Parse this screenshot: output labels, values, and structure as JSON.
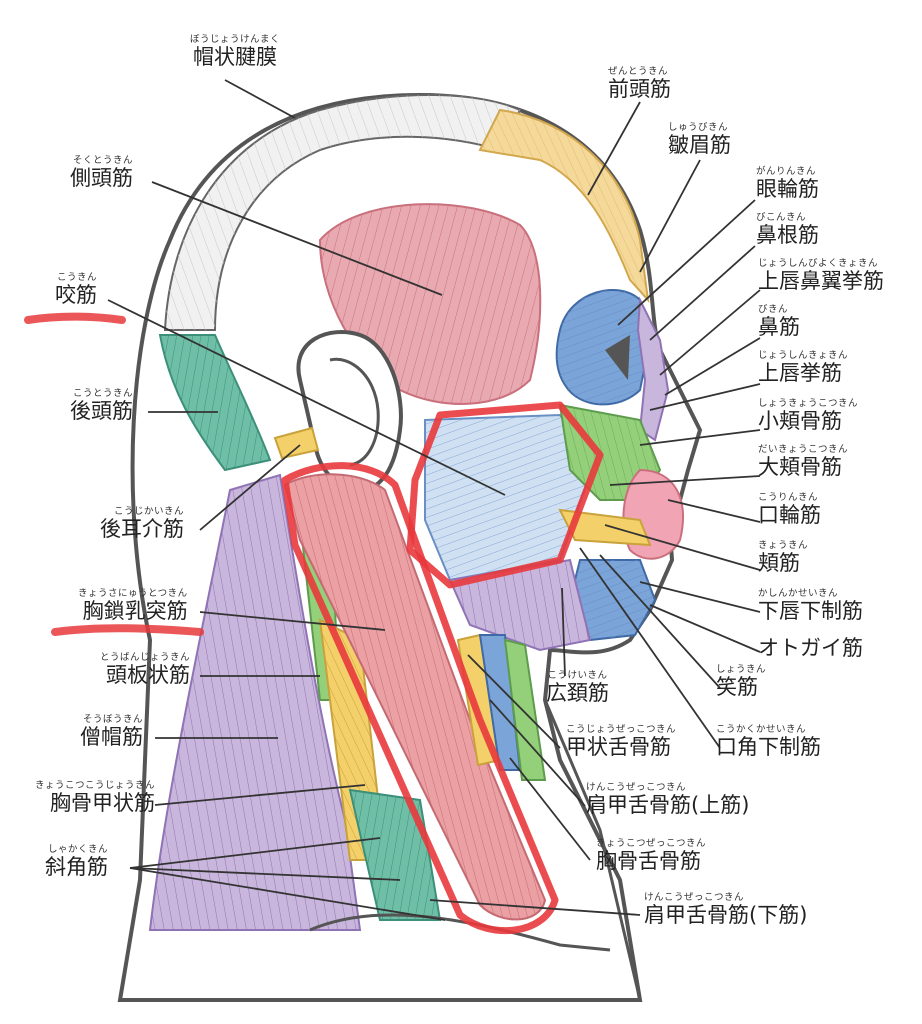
{
  "labels": {
    "galea": {
      "furi": "ぼうじょうけんまく",
      "name": "帽状腱膜"
    },
    "frontalis": {
      "furi": "ぜんとうきん",
      "name": "前頭筋"
    },
    "corrugator": {
      "furi": "しゅうびきん",
      "name": "皺眉筋"
    },
    "orbicularis_oculi": {
      "furi": "がんりんきん",
      "name": "眼輪筋"
    },
    "procerus": {
      "furi": "びこんきん",
      "name": "鼻根筋"
    },
    "levator_alae": {
      "furi": "じょうしんびよくきょきん",
      "name": "上唇鼻翼挙筋"
    },
    "nasalis": {
      "furi": "びきん",
      "name": "鼻筋"
    },
    "levator_labii": {
      "furi": "じょうしんきょきん",
      "name": "上唇挙筋"
    },
    "zygomaticus_minor": {
      "furi": "しょうきょうこつきん",
      "name": "小頬骨筋"
    },
    "zygomaticus_major": {
      "furi": "だいきょうこつきん",
      "name": "大頬骨筋"
    },
    "orbicularis_oris": {
      "furi": "こうりんきん",
      "name": "口輪筋"
    },
    "buccinator": {
      "furi": "きょうきん",
      "name": "頬筋"
    },
    "depressor_labii": {
      "furi": "かしんかせいきん",
      "name": "下唇下制筋"
    },
    "mentalis": {
      "furi": "",
      "name": "オトガイ筋"
    },
    "risorius": {
      "furi": "しょうきん",
      "name": "笑筋"
    },
    "depressor_anguli": {
      "furi": "こうかくかせいきん",
      "name": "口角下制筋"
    },
    "temporalis": {
      "furi": "そくとうきん",
      "name": "側頭筋"
    },
    "masseter": {
      "furi": "こうきん",
      "name": "咬筋"
    },
    "occipitalis": {
      "furi": "こうとうきん",
      "name": "後頭筋"
    },
    "auricularis": {
      "furi": "こうじかいきん",
      "name": "後耳介筋"
    },
    "scm": {
      "furi": "きょうさにゅうとつきん",
      "name": "胸鎖乳突筋"
    },
    "splenius": {
      "furi": "とうばんじょうきん",
      "name": "頭板状筋"
    },
    "trapezius": {
      "furi": "そうぼうきん",
      "name": "僧帽筋"
    },
    "sternothyroid": {
      "furi": "きょうこつこうじょうきん",
      "name": "胸骨甲状筋"
    },
    "scalene": {
      "furi": "しゃかくきん",
      "name": "斜角筋"
    },
    "platysma": {
      "furi": "こうけいきん",
      "name": "広頚筋"
    },
    "thyrohyoid": {
      "furi": "こうじょうぜっこつきん",
      "name": "甲状舌骨筋"
    },
    "omohyoid_sup": {
      "furi": "けんこうぜっこつきん",
      "name": "肩甲舌骨筋(上筋)"
    },
    "sternohyoid": {
      "furi": "きょうこつぜっこつきん",
      "name": "胸骨舌骨筋"
    },
    "omohyoid_inf": {
      "furi": "けんこうぜっこつきん",
      "name": "肩甲舌骨筋(下筋)"
    }
  },
  "colors": {
    "outline": "#555555",
    "gray_fill": "#ededed",
    "galea": "#f1f1f1",
    "frontalis": "#f5d99a",
    "temporalis": "#e9a9b0",
    "masseter": "#cfe0f2",
    "blue": "#7ba4d8",
    "teal": "#6fbfa7",
    "purple": "#c9b6dc",
    "yellow": "#f4d06a",
    "green": "#94cf7a",
    "scm": "#eba0a4",
    "pink": "#f1a4b4",
    "highlight_red": "#e8393c"
  }
}
